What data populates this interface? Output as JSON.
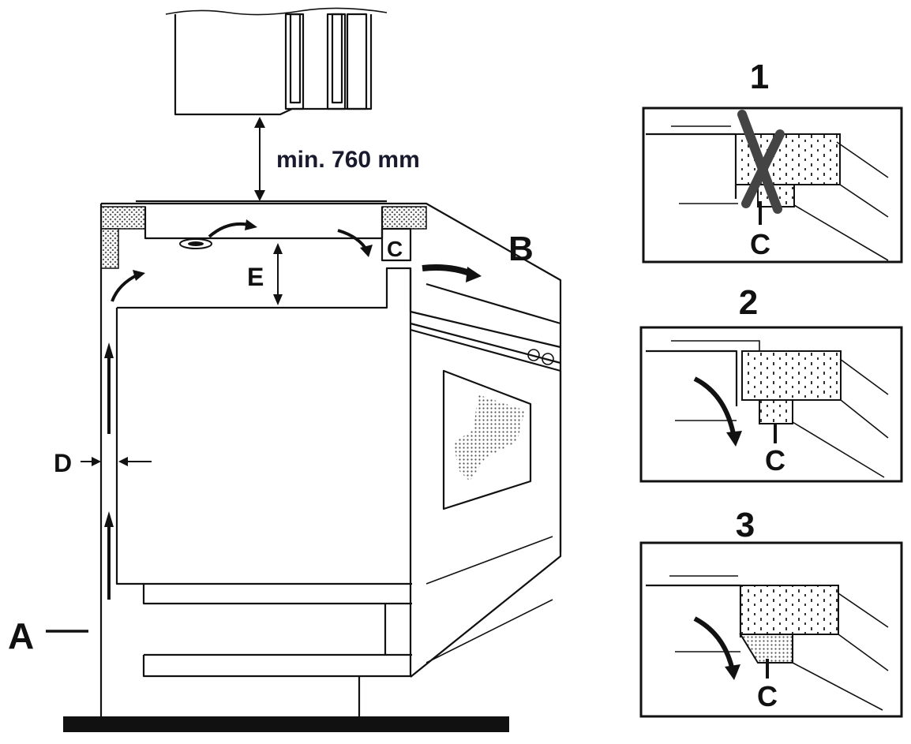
{
  "main": {
    "dimension_text": "min. 760 mm",
    "labels": {
      "a": "A",
      "b": "B",
      "c": "C",
      "d": "D",
      "e": "E"
    }
  },
  "details": [
    {
      "number": "1",
      "label": "C",
      "status": "incorrect"
    },
    {
      "number": "2",
      "label": "C",
      "status": "correct"
    },
    {
      "number": "3",
      "label": "C",
      "status": "correct"
    }
  ],
  "colors": {
    "ink": "#111111",
    "dim_text": "#1a1a2e",
    "insulation": "#777777"
  }
}
